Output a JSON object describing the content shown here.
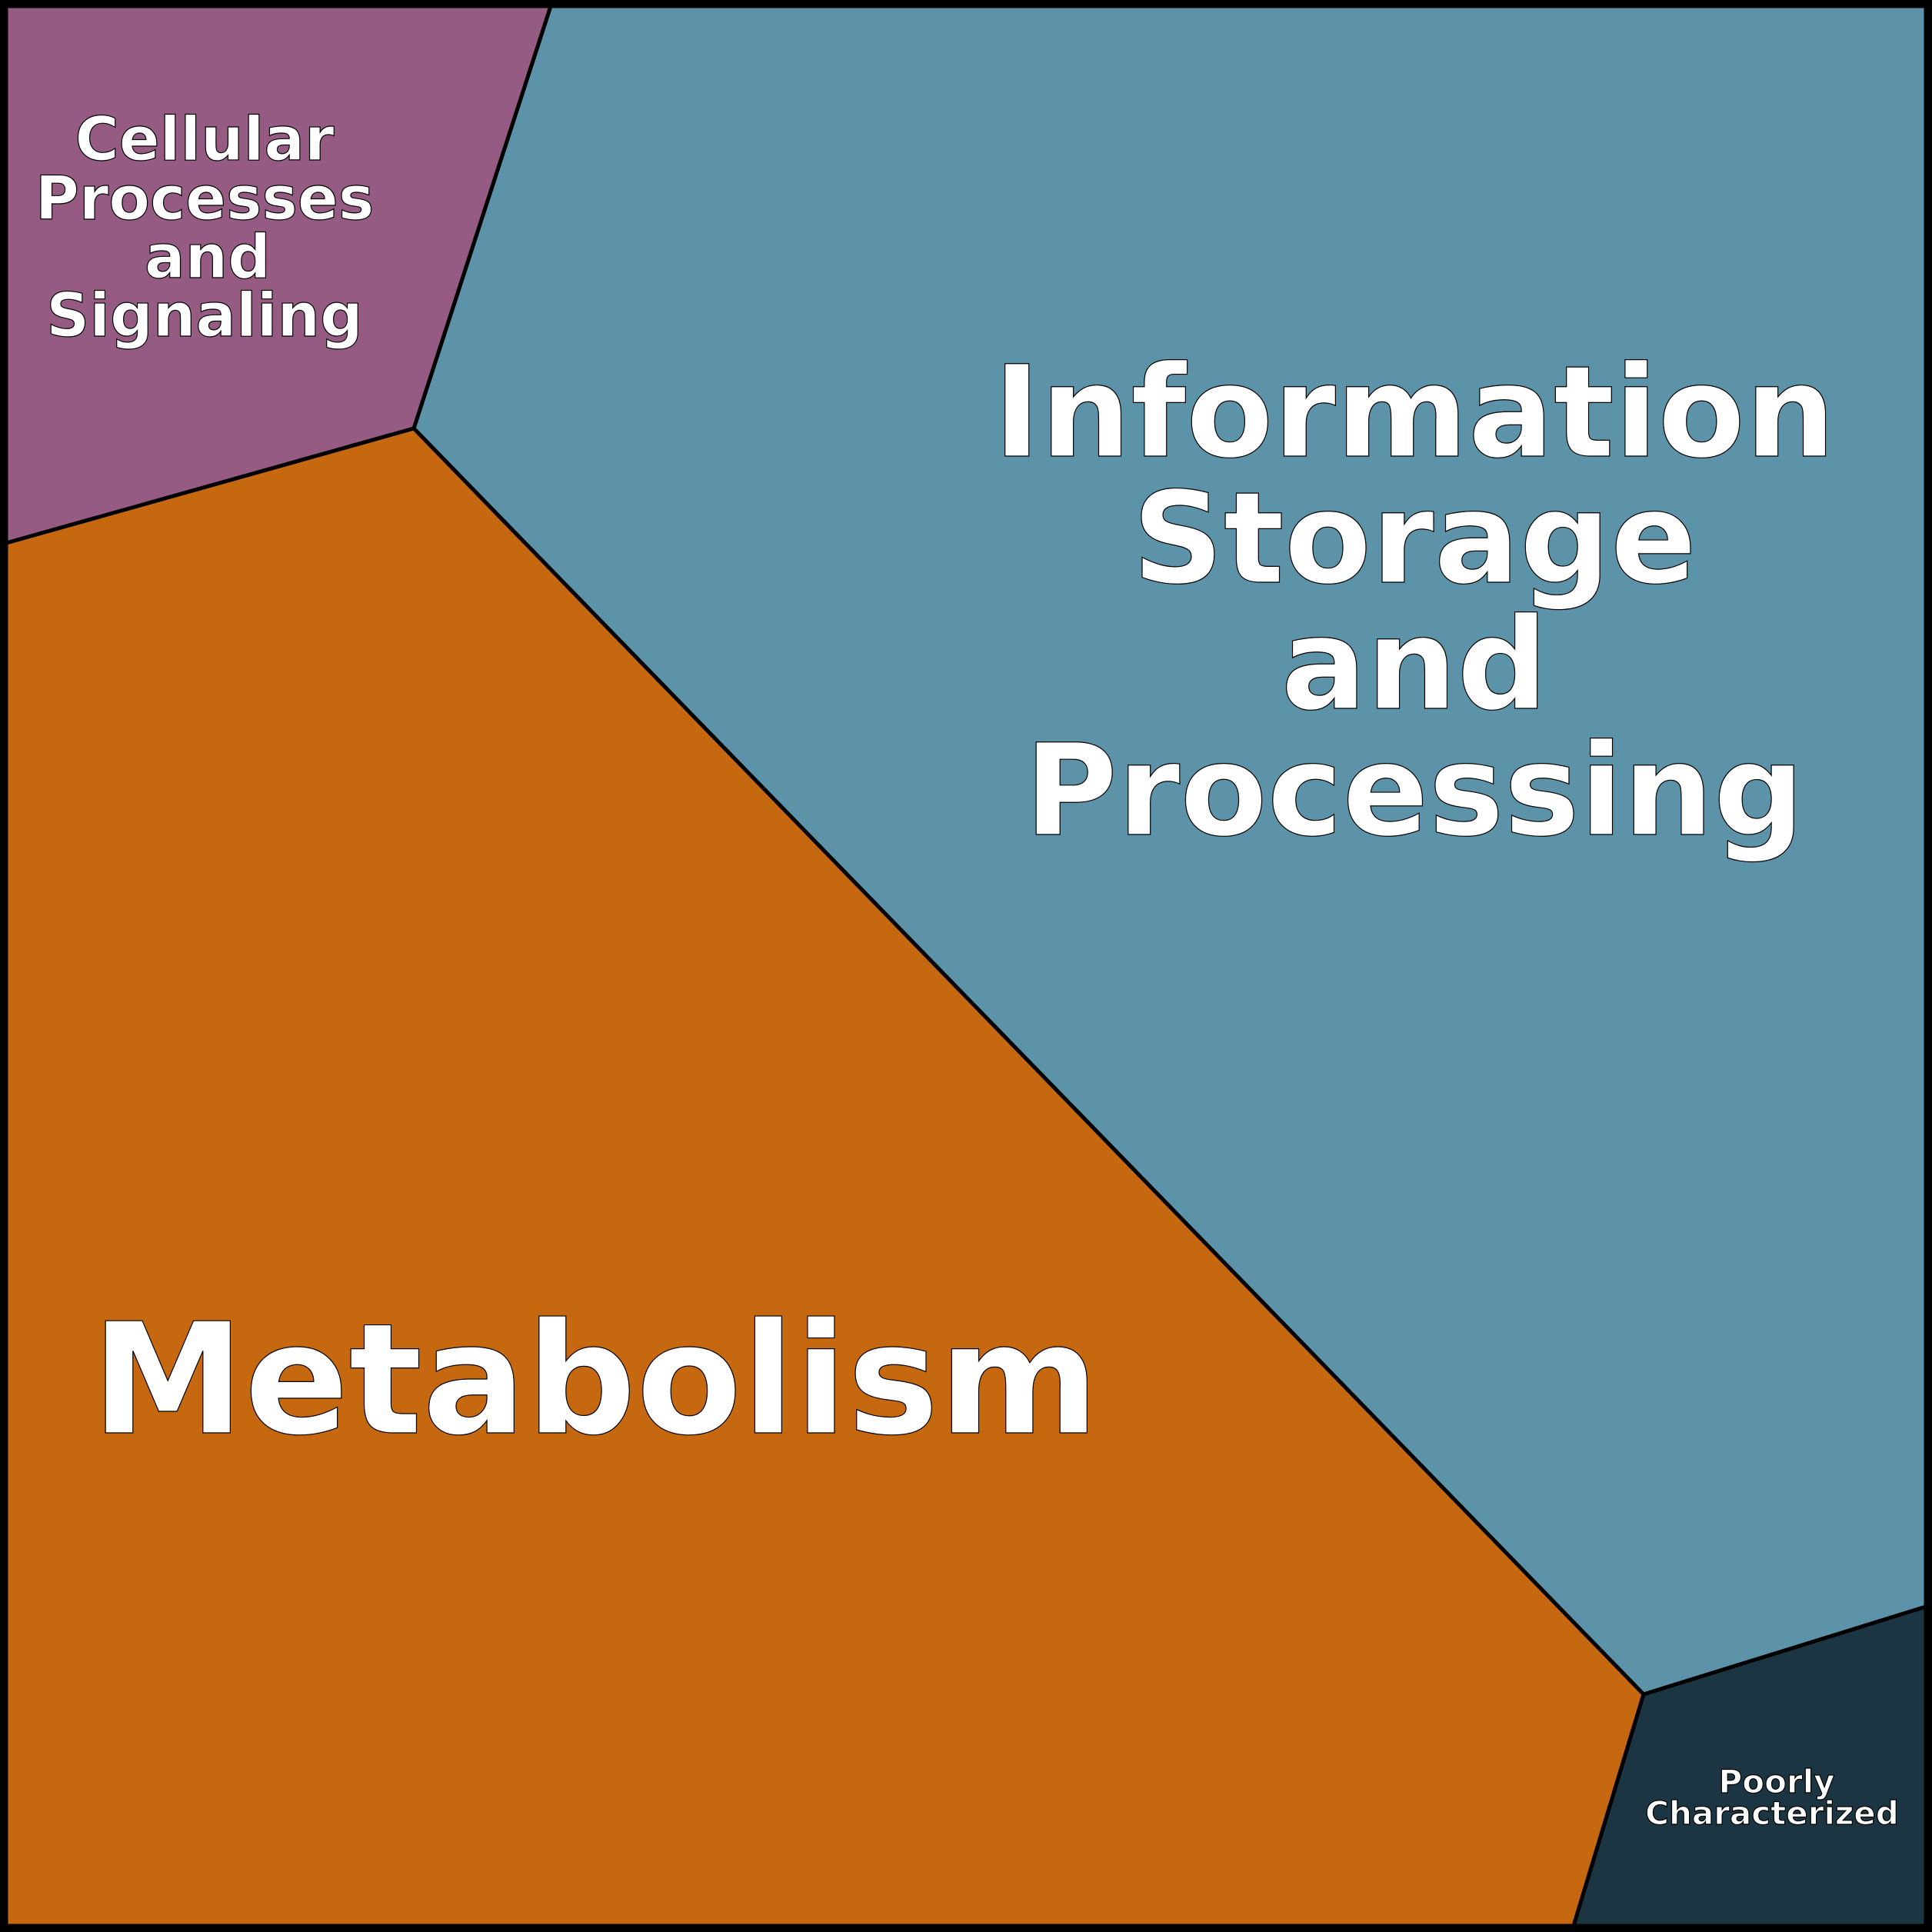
{
  "chart_data": {
    "type": "treemap",
    "subtype": "voronoi",
    "title": "",
    "cells": [
      {
        "name": "Information Storage and Processing",
        "lines": [
          "Information",
          "Storage",
          "and",
          "Processing"
        ],
        "approx_share_pct": 47.0,
        "color": "#5D93A8"
      },
      {
        "name": "Metabolism",
        "lines": [
          "Metabolism"
        ],
        "approx_share_pct": 44.6,
        "color": "#C5680F"
      },
      {
        "name": "Cellular Processes and Signaling",
        "lines": [
          "Cellular",
          "Processes",
          "and",
          "Signaling"
        ],
        "approx_share_pct": 6.1,
        "color": "#955B82"
      },
      {
        "name": "Poorly Characterized",
        "lines": [
          "Poorly",
          "Characterized"
        ],
        "approx_share_pct": 2.3,
        "color": "#1C3542"
      }
    ]
  }
}
